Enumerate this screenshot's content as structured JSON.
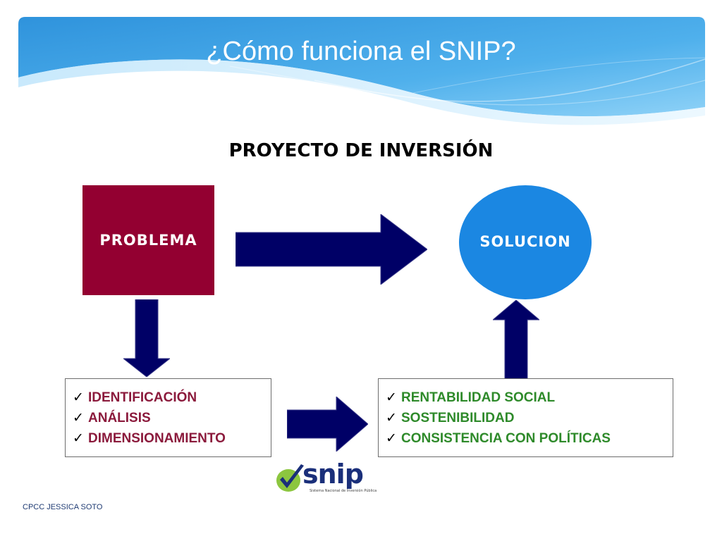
{
  "slide": {
    "title": "¿Cómo funciona el SNIP?",
    "subtitle": "PROYECTO DE INVERSIÓN",
    "footer": "CPCC JESSICA SOTO"
  },
  "diagram": {
    "problem": {
      "label": "PROBLEMA",
      "color": "#930031"
    },
    "solution": {
      "label": "SOLUCION",
      "color": "#1b87e2"
    },
    "arrow_color": "#000066",
    "left_list": {
      "text_color": "#8b1a3c",
      "items": [
        "IDENTIFICACIÓN",
        "ANÁLISIS",
        "DIMENSIONAMIENTO"
      ]
    },
    "right_list": {
      "text_color": "#2e8a2a",
      "items": [
        "RENTABILIDAD SOCIAL",
        "SOSTENIBILIDAD",
        "CONSISTENCIA CON POLÍTICAS"
      ]
    }
  },
  "logo": {
    "name": "snip",
    "tagline": "Sistema Nacional de Inversión Pública"
  },
  "icons": {
    "check": "✓"
  }
}
